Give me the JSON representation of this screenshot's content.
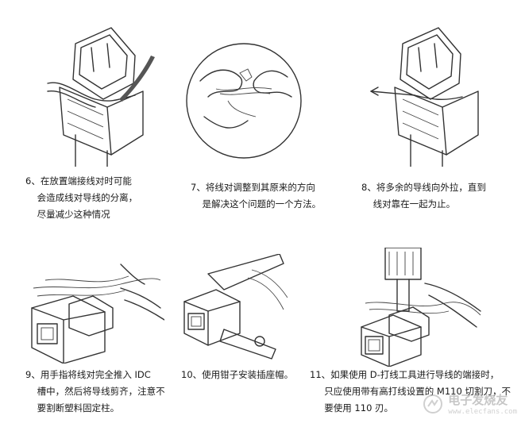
{
  "steps": [
    {
      "caption": "6、在放置端接线对时可能\n    会造成线对导线的分离，\n    尽量减少这种情况"
    },
    {
      "caption": "7、将线对调整到其原来的方向\n    是解决这个问题的一个方法。"
    },
    {
      "caption": "8、将多余的导线向外拉，直到\n    线对靠在一起为止。"
    },
    {
      "caption": "9、用手指将线对完全推入 IDC\n    槽中，然后将导线剪齐，注意不\n    要割断塑料固定柱。"
    },
    {
      "caption": "10、使用钳子安装插座帽。"
    },
    {
      "caption": "11、如果使用 D-打线工具进行导线的端接时，\n     只应使用带有高打线设置的 M110 切割刀，不\n     要使用 110 刃。"
    }
  ],
  "watermark": {
    "title": "电子发烧友",
    "url": "www.elecfans.com"
  }
}
